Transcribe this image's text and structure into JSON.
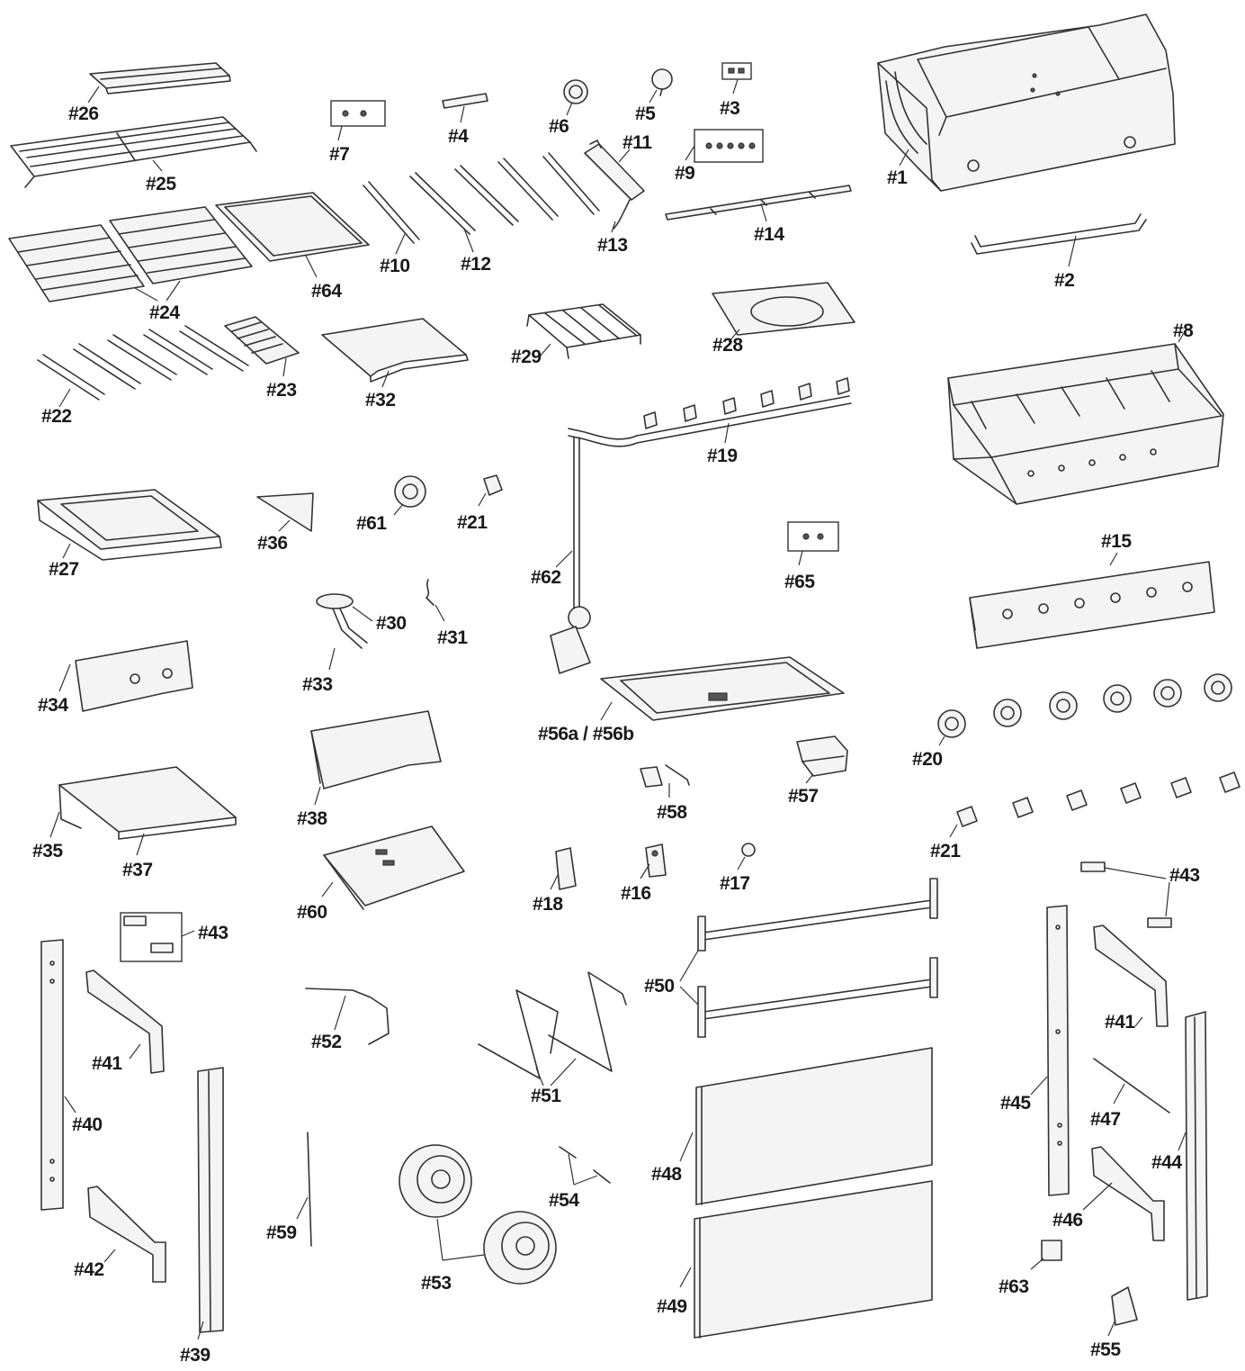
{
  "labels": {
    "p1": "#1",
    "p2": "#2",
    "p3": "#3",
    "p4": "#4",
    "p5": "#5",
    "p6": "#6",
    "p7": "#7",
    "p8": "#8",
    "p9": "#9",
    "p10": "#10",
    "p11": "#11",
    "p12": "#12",
    "p13": "#13",
    "p14": "#14",
    "p15": "#15",
    "p16": "#16",
    "p17": "#17",
    "p18": "#18",
    "p19": "#19",
    "p20": "#20",
    "p21a": "#21",
    "p21b": "#21",
    "p22": "#22",
    "p23": "#23",
    "p24": "#24",
    "p25": "#25",
    "p26": "#26",
    "p27": "#27",
    "p28": "#28",
    "p29": "#29",
    "p30": "#30",
    "p31": "#31",
    "p32": "#32",
    "p33": "#33",
    "p34": "#34",
    "p35": "#35",
    "p36": "#36",
    "p37": "#37",
    "p38": "#38",
    "p39": "#39",
    "p40": "#40",
    "p41a": "#41",
    "p41b": "#41",
    "p42": "#42",
    "p43a": "#43",
    "p43b": "#43",
    "p44": "#44",
    "p45": "#45",
    "p46": "#46",
    "p47": "#47",
    "p48": "#48",
    "p49": "#49",
    "p50": "#50",
    "p51": "#51",
    "p52": "#52",
    "p53": "#53",
    "p54": "#54",
    "p55": "#55",
    "p56": "#56a / #56b",
    "p57": "#57",
    "p58": "#58",
    "p59": "#59",
    "p60": "#60",
    "p61": "#61",
    "p62": "#62",
    "p63": "#63",
    "p64": "#64",
    "p65": "#65"
  }
}
